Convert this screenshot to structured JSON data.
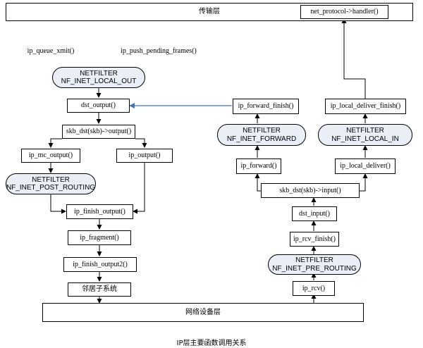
{
  "layers": {
    "transport": "传输层",
    "netdev": "网络设备层",
    "neighbor": "邻居子系统"
  },
  "functions": {
    "net_protocol_handler": "net_protocol->handler()",
    "ip_queue_xmit": "ip_queue_xmit()",
    "ip_push_pending_frames": "ip_push_pending_frames()",
    "dst_output": "dst_output()",
    "skb_dst_output": "skb_dst(skb)->output()",
    "ip_mc_output": "ip_mc_output()",
    "ip_output": "ip_output()",
    "ip_finish_output": "ip_finish_output()",
    "ip_fragment": "ip_fragment()",
    "ip_finish_output2": "ip_finish_output2()",
    "ip_forward_finish": "ip_forward_finish()",
    "ip_forward": "ip_forward()",
    "ip_local_deliver_finish": "ip_local_deliver_finish()",
    "ip_local_deliver": "ip_local_deliver()",
    "skb_dst_input": "skb_dst(skb)->input()",
    "dst_input": "dst_input()",
    "ip_rcv_finish": "ip_rcv_finish()",
    "ip_rcv": "ip_rcv()"
  },
  "hooks": {
    "local_out": {
      "line1": "NETFILTER",
      "line2": "NF_INET_LOCAL_OUT"
    },
    "post_routing": {
      "line1": "NETFILTER",
      "line2": "NF_INET_POST_ROUTING"
    },
    "forward": {
      "line1": "NETFILTER",
      "line2": "NF_INET_FORWARD"
    },
    "local_in": {
      "line1": "NETFILTER",
      "line2": "NF_INET_LOCAL_IN"
    },
    "pre_routing": {
      "line1": "NETFILTER",
      "line2": "NF_INET_PRE_ROUTING"
    }
  },
  "caption": "IP层主要函数调用关系",
  "colors": {
    "hook_fill": "#e9eef7",
    "line": "#000000",
    "forward_arrow": "#4472c4"
  }
}
